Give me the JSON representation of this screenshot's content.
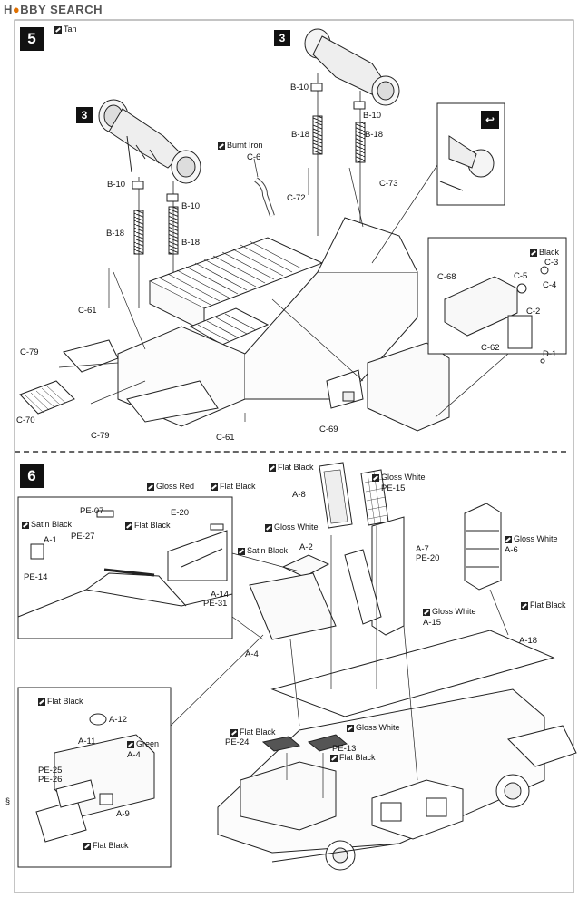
{
  "header": {
    "logo_text_a": "H",
    "logo_text_b": "BBY SEARCH"
  },
  "steps": [
    {
      "number": "5",
      "paint": "Tan"
    },
    {
      "number": "6"
    }
  ],
  "sub_steps": {
    "step5_a": "3",
    "step5_b": "3"
  },
  "step5_labels": {
    "b10_a": "B-10",
    "b10_b": "B-10",
    "b10_c": "B-10",
    "b10_d": "B-10",
    "b18_a": "B-18",
    "b18_b": "B-18",
    "b18_c": "B-18",
    "b18_d": "B-18",
    "c6": "C-6",
    "burnt_iron": "Burnt Iron",
    "c72": "C-72",
    "c73": "C-73",
    "c61_a": "C-61",
    "c61_b": "C-61",
    "c79_a": "C-79",
    "c79_b": "C-79",
    "c70": "C-70",
    "c69": "C-69",
    "c68": "C-68",
    "c5": "C-5",
    "c3": "C-3",
    "c4": "C-4",
    "c2": "C-2",
    "c62": "C-62",
    "d1": "D-1",
    "black": "Black"
  },
  "step6_labels": {
    "flat_black_a8": "Flat Black",
    "a8": "A-8",
    "gloss_white_pe15": "Gloss White",
    "pe15": "PE-15",
    "gloss_white_a8": "Gloss White",
    "gloss_red": "Gloss Red",
    "flat_black_e20": "Flat Black",
    "pe07": "PE-07",
    "e20": "E-20",
    "flat_black_pe27": "Flat Black",
    "satin_black_a1": "Satin Black",
    "a1": "A-1",
    "pe27": "PE-27",
    "pe14": "PE-14",
    "a14": "A-14",
    "pe31": "PE-31",
    "a2": "A-2",
    "satin_black_a2": "Satin Black",
    "a7": "A-7",
    "pe20": "PE-20",
    "gloss_white_a6": "Gloss White",
    "a6": "A-6",
    "gloss_white_a15": "Gloss White",
    "a15": "A-15",
    "flat_black_a18": "Flat Black",
    "a18": "A-18",
    "a4": "A-4",
    "flat_black_a12": "Flat Black",
    "a12": "A-12",
    "a11": "A-11",
    "green": "Green",
    "a4_inset": "A-4",
    "pe25": "PE-25",
    "pe26": "PE-26",
    "a9": "A-9",
    "flat_black_inset_bottom": "Flat Black",
    "flat_black_pe24": "Flat Black",
    "pe24": "PE-24",
    "pe13": "PE-13",
    "flat_black_pe13": "Flat Black",
    "gloss_white_floor": "Gloss White"
  },
  "margin_mark": "§"
}
